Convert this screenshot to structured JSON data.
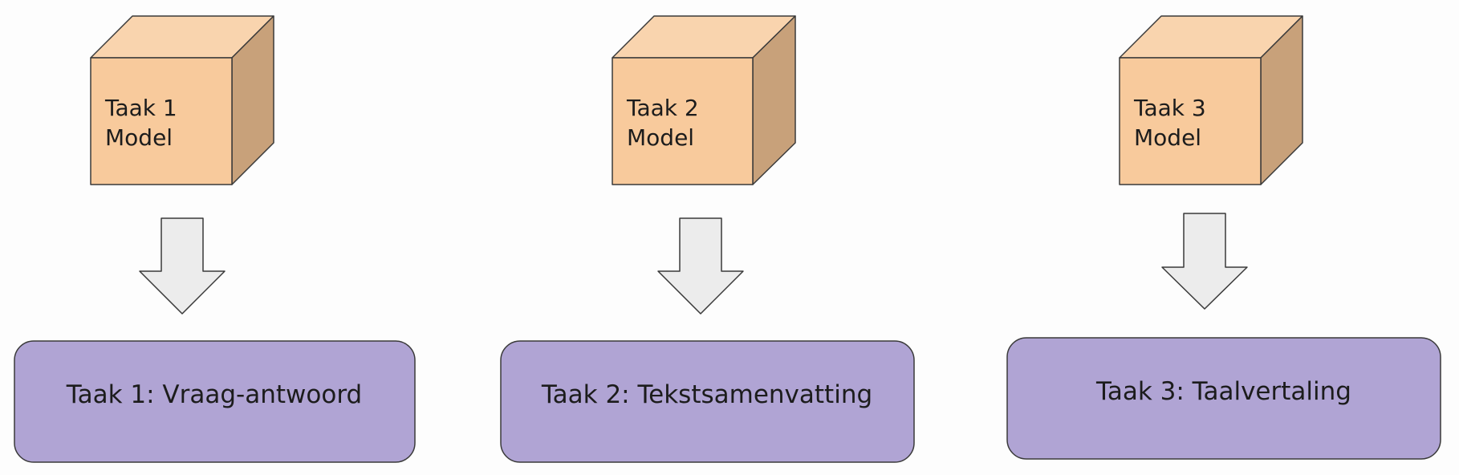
{
  "colors": {
    "background": "#fdfdfd",
    "cube_front": "#f8ca9c",
    "cube_top": "#f9d4ae",
    "cube_side": "#c8a17a",
    "arrow_fill": "#ececec",
    "task_box": "#b0a4d4",
    "outline": "#3a3a3a"
  },
  "columns": [
    {
      "model_lines": [
        "Taak 1",
        "Model"
      ],
      "task_label": "Taak 1: Vraag-antwoord"
    },
    {
      "model_lines": [
        "Taak 2",
        "Model"
      ],
      "task_label": "Taak 2: Tekstsamenvatting"
    },
    {
      "model_lines": [
        "Taak 3",
        "Model"
      ],
      "task_label": "Taak 3: Taalvertaling"
    }
  ]
}
